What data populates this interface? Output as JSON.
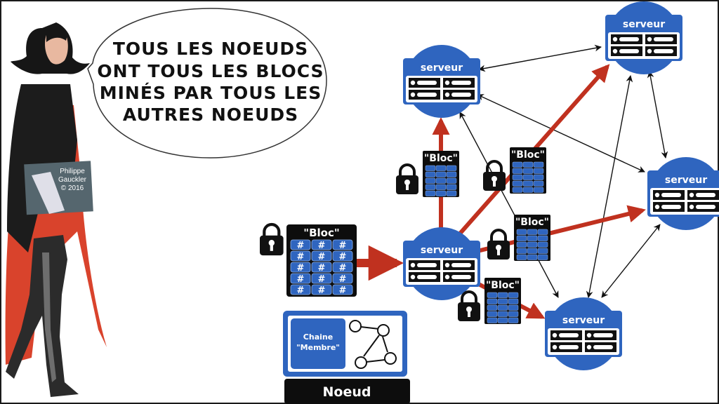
{
  "speech_bubble": {
    "lines": [
      "TOUS LES NOEUDS",
      "ONT TOUS LES BLOCS",
      "MINÉS PAR TOUS  LES",
      "AUTRES NOEUDS"
    ]
  },
  "illustration": {
    "credit_lines": [
      "Philippe",
      "Gauckler",
      "© 2016"
    ]
  },
  "servers": [
    {
      "id": "top-left",
      "label": "serveur"
    },
    {
      "id": "top-right",
      "label": "serveur"
    },
    {
      "id": "right",
      "label": "serveur"
    },
    {
      "id": "center",
      "label": "serveur"
    },
    {
      "id": "bottom-right",
      "label": "serveur"
    }
  ],
  "blocks": {
    "main_label": "\"Bloc\"",
    "hash_symbol": "#",
    "small_label": "\"Bloc\""
  },
  "node": {
    "chain_line1": "Chaine",
    "chain_line2": "\"Membre\"",
    "label": "Noeud"
  },
  "colors": {
    "server_blue": "#2f65bf",
    "arrow_red": "#c0311f",
    "block_black": "#0d0d0d",
    "cape_red": "#d9432c"
  }
}
